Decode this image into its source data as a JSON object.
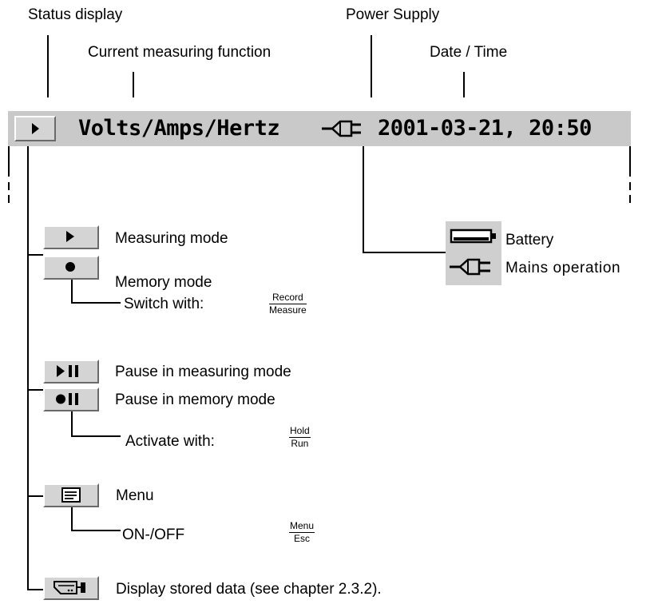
{
  "callouts": {
    "status_display": "Status display",
    "current_function": "Current measuring function",
    "power_supply": "Power Supply",
    "date_time": "Date / Time"
  },
  "status_bar": {
    "function": "Volts/Amps/Hertz",
    "datetime": "2001-03-21, 20:50",
    "status_icon": "play-icon",
    "power_icon": "mains-plug-icon"
  },
  "power_options": [
    {
      "icon": "battery-icon",
      "label": "Battery"
    },
    {
      "icon": "mains-plug-icon",
      "label": "Mains operation"
    }
  ],
  "modes": {
    "measuring": {
      "icon": "play-icon",
      "label": "Measuring mode"
    },
    "memory": {
      "icon": "record-icon",
      "label": "Memory mode"
    },
    "switch": {
      "label": "Switch with:",
      "key_top": "Record",
      "key_bottom": "Measure"
    }
  },
  "pauses": {
    "measuring": {
      "icon": "play-pause-icon",
      "label": "Pause in measuring mode"
    },
    "memory": {
      "icon": "record-pause-icon",
      "label": "Pause in memory mode"
    },
    "activate": {
      "label": "Activate with:",
      "key_top": "Hold",
      "key_bottom": "Run"
    }
  },
  "menu": {
    "icon": "menu-icon",
    "label": "Menu",
    "toggle": {
      "label": "ON-/OFF",
      "key_top": "Menu",
      "key_bottom": "Esc"
    }
  },
  "stored": {
    "icon": "stored-data-icon",
    "label": "Display stored data (see chapter 2.3.2)."
  }
}
